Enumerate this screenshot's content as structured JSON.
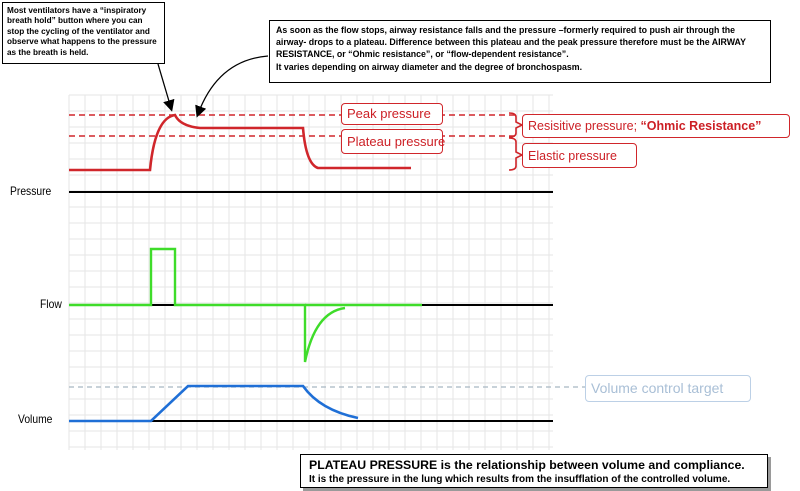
{
  "notes": {
    "inspiratory_hold": "Most ventilators have a “inspiratory breath hold” button where you can stop the cycling of the ventilator and observe what happens to the pressure as the breath is held.",
    "resistance_line1": "As soon as the flow stops, airway resistance falls and the pressure –formerly required to push air through the airway- drops to a plateau.  Difference between this plateau and the peak pressure therefore must be the AIRWAY RESISTANCE, or “Ohmic resistance”, or “flow-dependent resistance”.",
    "resistance_line2": "It varies depending on airway diameter and the degree of bronchospasm.",
    "plateau_title": "PLATEAU PRESSURE is the relationship between volume and compliance.",
    "plateau_sub": "It is the pressure in the lung which results from the insufflation of the controlled volume."
  },
  "labels": {
    "peak_pressure": "Peak pressure",
    "plateau_pressure": "Plateau pressure",
    "resistive_prefix": "Resisitive pressure;  ",
    "ohmic": "“Ohmic Resistance”",
    "elastic_pressure": "Elastic pressure",
    "volume_target": "Volume control target"
  },
  "axes": {
    "pressure": "Pressure",
    "flow": "Flow",
    "volume": "Volume"
  },
  "colors": {
    "pressure_trace": "#d0262b",
    "flow_trace": "#3fdc2a",
    "volume_trace": "#1f6fd6",
    "target_line": "#a8b6c2",
    "grid": "#e6e6e6"
  }
}
